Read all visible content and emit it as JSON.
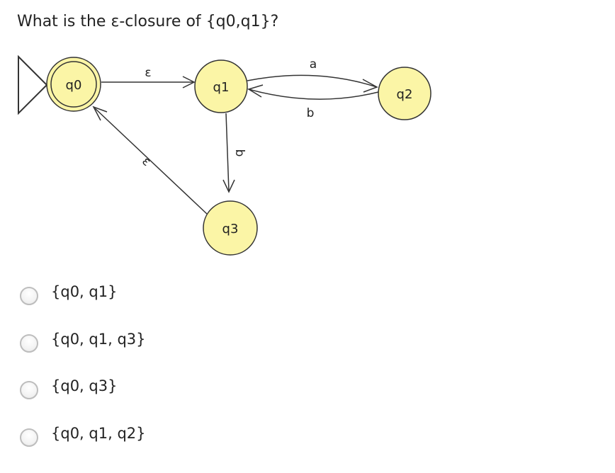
{
  "question": "What is the ε-closure of {q0,q1}?",
  "diagram": {
    "states": [
      {
        "id": "q0",
        "label": "q0",
        "initial": true,
        "accepting": true
      },
      {
        "id": "q1",
        "label": "q1"
      },
      {
        "id": "q2",
        "label": "q2"
      },
      {
        "id": "q3",
        "label": "q3"
      }
    ],
    "transitions": [
      {
        "from": "q0",
        "to": "q1",
        "label": "ε"
      },
      {
        "from": "q1",
        "to": "q2",
        "label": "a"
      },
      {
        "from": "q2",
        "to": "q1",
        "label": "b"
      },
      {
        "from": "q1",
        "to": "q3",
        "label": "b"
      },
      {
        "from": "q3",
        "to": "q0",
        "label": "ε"
      }
    ],
    "colors": {
      "state_fill": "#fbf5a6",
      "stroke": "#333333"
    }
  },
  "options": [
    {
      "label": "{q0, q1}"
    },
    {
      "label": "{q0, q1, q3}"
    },
    {
      "label": "{q0, q3}"
    },
    {
      "label": "{q0, q1, q2}"
    }
  ]
}
